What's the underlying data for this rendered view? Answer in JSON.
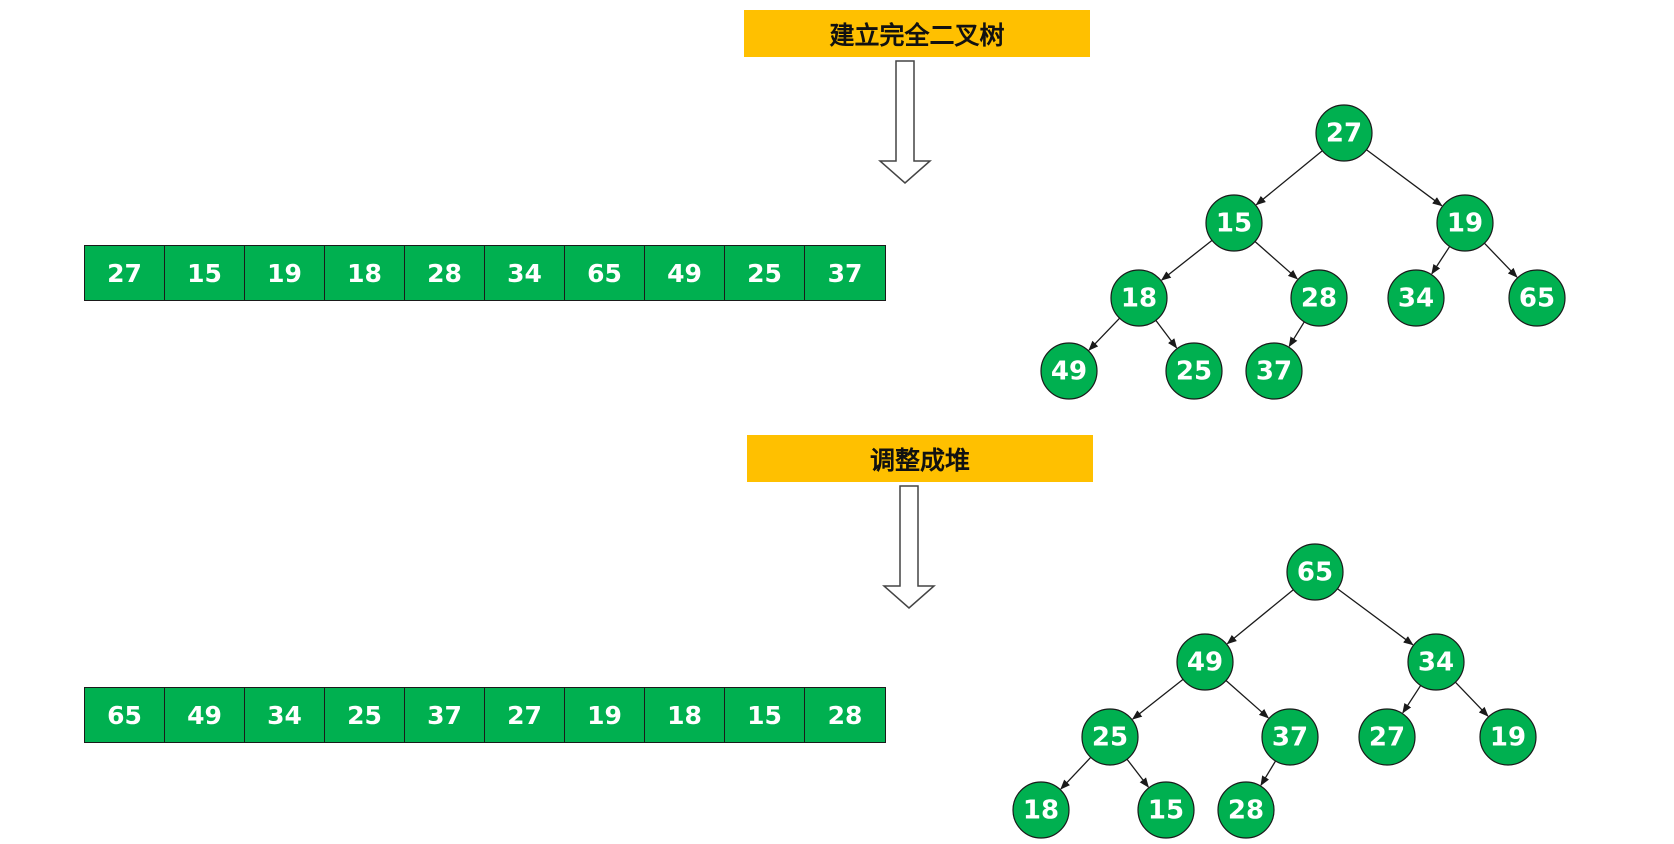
{
  "steps": [
    {
      "label": "建立完全二叉树",
      "array": [
        "27",
        "15",
        "19",
        "18",
        "28",
        "34",
        "65",
        "49",
        "25",
        "37"
      ]
    },
    {
      "label": "调整成堆",
      "array": [
        "65",
        "49",
        "34",
        "25",
        "37",
        "27",
        "19",
        "18",
        "15",
        "28"
      ]
    }
  ],
  "colors": {
    "banner": "#ffc000",
    "node_fill": "#00b050",
    "cell_fill": "#00b050",
    "text_light": "#ffffff"
  }
}
